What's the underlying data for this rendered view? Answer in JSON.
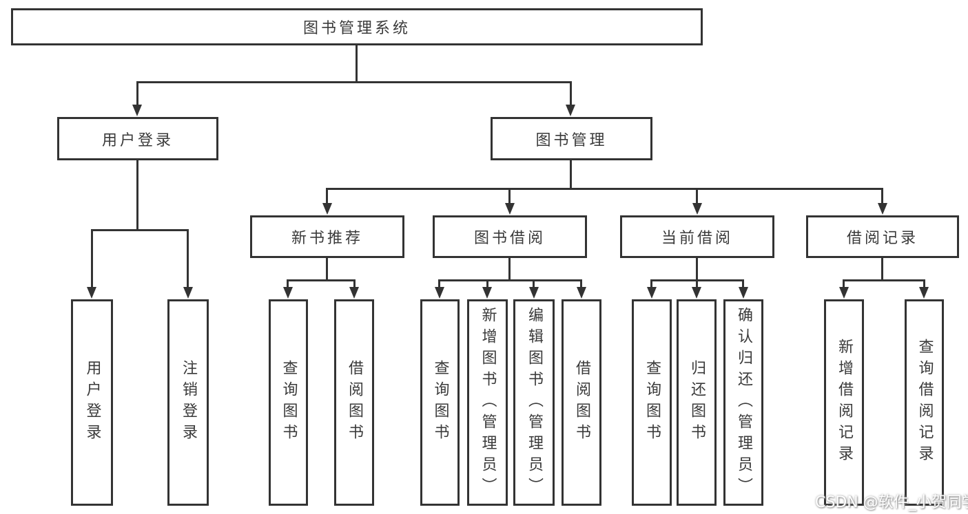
{
  "tree": {
    "root": {
      "label": "图书管理系统"
    },
    "branches": [
      {
        "label": "用户登录",
        "children": [
          {
            "label": "用户登录"
          },
          {
            "label": "注销登录"
          }
        ]
      },
      {
        "label": "图书管理",
        "children": [
          {
            "label": "新书推荐",
            "children": [
              {
                "label": "查询图书"
              },
              {
                "label": "借阅图书"
              }
            ]
          },
          {
            "label": "图书借阅",
            "children": [
              {
                "label": "查询图书"
              },
              {
                "label": "新增图书（管理员）"
              },
              {
                "label": "编辑图书（管理员）"
              },
              {
                "label": "借阅图书"
              }
            ]
          },
          {
            "label": "当前借阅",
            "children": [
              {
                "label": "查询图书"
              },
              {
                "label": "归还图书"
              },
              {
                "label": "确认归还（管理员）"
              }
            ]
          },
          {
            "label": "借阅记录",
            "children": [
              {
                "label": "新增借阅记录"
              },
              {
                "label": "查询借阅记录"
              }
            ]
          }
        ]
      }
    ]
  },
  "watermark": "CSDN @软件_小贺同学",
  "colors": {
    "line": "#333333",
    "text": "#3a3a3a",
    "background": "#ffffff",
    "watermark_text": "#ffffff"
  }
}
